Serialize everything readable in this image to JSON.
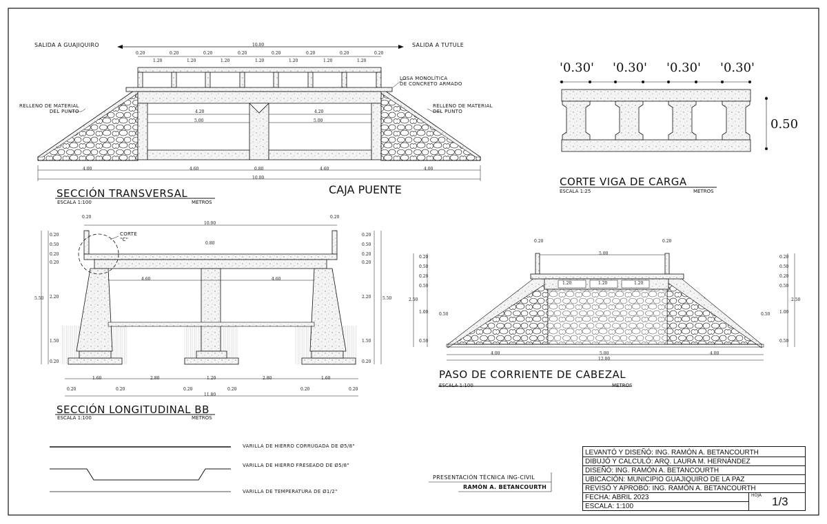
{
  "labels": {
    "exit_left": "SALIDA A GUAJIQUIRO",
    "exit_right": "SALIDA A TUTULE",
    "slab": "LOSA MONOLÍTICA\nDE CONCRETO ARMADO",
    "fill_left": "RELLENO DE MATERIAL\nDEL PUNTO",
    "fill_right": "RELLENO DE MATERIAL\nDEL PUNTO",
    "caja": "CAJA PUENTE",
    "corte_c": "CORTE\n\"C\""
  },
  "sections": {
    "transversal": {
      "title": "SECCIÓN TRANSVERSAL",
      "scale": "ESCALA 1:100",
      "units": "METROS"
    },
    "viga": {
      "title": "CORTE VIGA DE CARGA",
      "scale": "ESCALA 1:25",
      "units": "METROS"
    },
    "longitudinal": {
      "title": "SECCIÓN LONGITUDINAL BB",
      "scale": "ESCALA 1:100",
      "units": "METROS"
    },
    "cabezal": {
      "title": "PASO DE CORRIENTE DE CABEZAL",
      "scale": "ESCALA 1:100",
      "units": "METROS"
    }
  },
  "dims": {
    "top_total": "10.00",
    "d020": "0.20",
    "d120": "1.20",
    "d420": "4.20",
    "d500": "5.00",
    "d400": "4.00",
    "d460": "4.60",
    "d080": "0.80",
    "d1000": "10.00",
    "d050": "0.50",
    "d550": "5.50",
    "d220": "2.20",
    "d150": "1.50",
    "d160": "1.60",
    "d280": "2.80",
    "d1180": "11.80",
    "d250": "2.50",
    "d100": "1.00",
    "d1200": "12.00",
    "d460b": "4.60"
  },
  "viga_dims": {
    "spacing": [
      "'0.30'",
      "'0.30'",
      "'0.30'",
      "'0.30'"
    ],
    "height": "0.50"
  },
  "legend": [
    {
      "label": "VARILLA DE HIERRO CORRUGADA DE Ø5/8\""
    },
    {
      "label": "VARILLA DE HIERRO FRESEADO DE Ø5/8\""
    },
    {
      "label": "VARILLA DE TEMPERATURA  DE Ø1/2\""
    }
  ],
  "presentation": {
    "line1": "PRESENTACIÓN TÉCNICA ING-CIVIL",
    "line2": "RAMÓN A. BETANCOURTH"
  },
  "titleblock": {
    "row1": "LEVANTÓ Y DISEÑÓ: ING. RAMÓN A. BETANCOURTH",
    "row2": "DIBUJÓ Y CALCULÓ: ARQ. LAURA M. HERNÁNDEZ",
    "row3": "DISEÑÓ: ING. RAMÓN A. BETANCOURTH",
    "row4": "UBICACIÓN: MUNICIPIO GUAJIQUIRO DE LA PAZ",
    "row5": "REVISÓ Y APROBÓ: ING. RAMÓN A. BETANCOURTH",
    "fecha": "FECHA: ABRIL 2023",
    "escala": "ESCALA: 1:100",
    "hoja_label": "HOJA",
    "hoja": "1/3"
  }
}
